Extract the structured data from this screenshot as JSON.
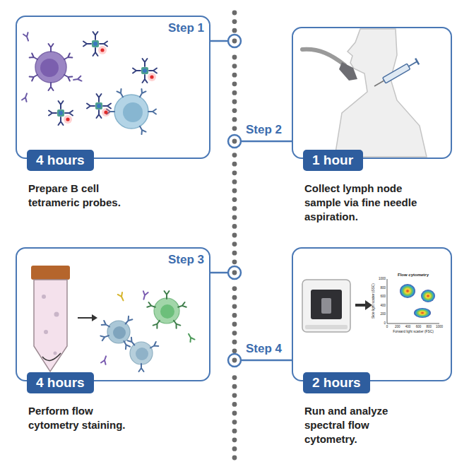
{
  "diagram": {
    "nodes": [
      {
        "text": [
          "Prepare B cell tetrameric probes."
        ]
      },
      {
        "text": [
          "4 hours"
        ],
        "in": 0
      },
      {
        "text": [
          "Collect lymph node sample via fine needle aspiration."
        ]
      },
      {
        "text": [
          "1 hour"
        ],
        "in": 2
      },
      {
        "text": [
          "Perform flow cytometry staining."
        ]
      },
      {
        "text": [
          "4 hours"
        ],
        "in": 4
      },
      {
        "text": [
          "Run and analyze spectral flow cytometry."
        ]
      },
      {
        "text": [
          "2 hours"
        ],
        "in": 6
      }
    ],
    "labels": [
      "Step 1",
      "Step 2",
      "Step 3",
      "Step 4",
      "Flow cytometry",
      "Side light scatter (SSC)",
      "Forward light scatter (FSC)",
      "1000",
      "800",
      "600",
      "400",
      "200",
      "0",
      "0",
      "200",
      "400",
      "600",
      "800",
      "1000"
    ]
  }
}
